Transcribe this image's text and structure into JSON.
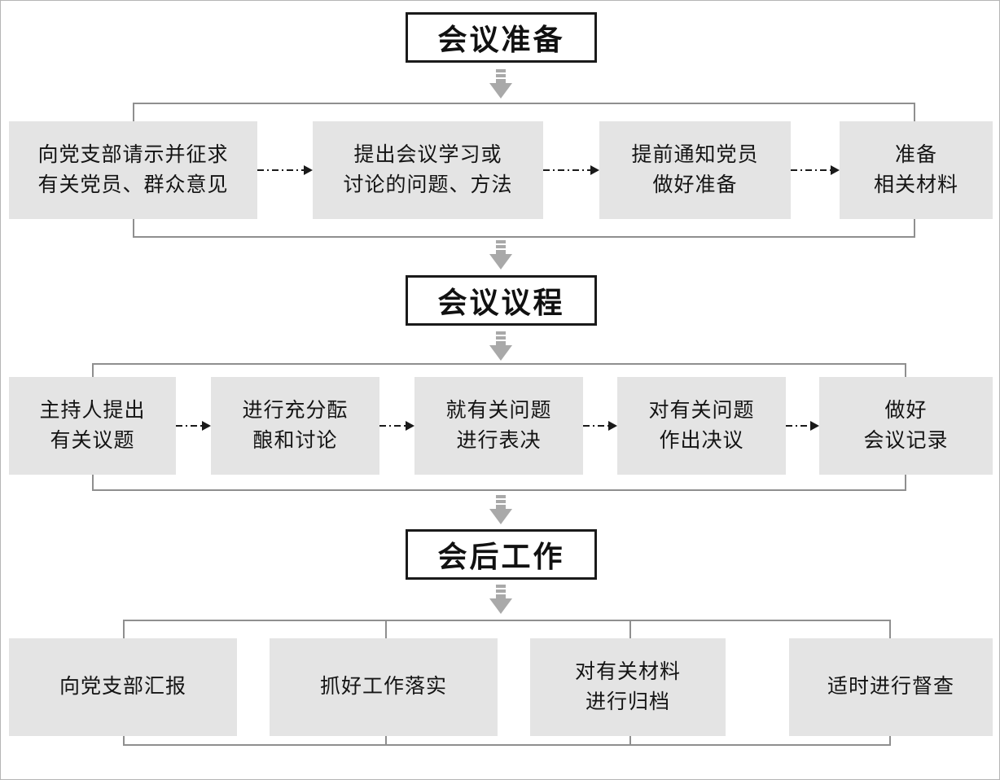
{
  "colors": {
    "box_fill": "#e4e4e4",
    "title_border": "#1a1a1a",
    "arrow_gray": "#a9a9a9",
    "line_gray": "#8f8f8f",
    "text": "#141414"
  },
  "sections": [
    {
      "title": "会议准备",
      "boxes": [
        {
          "label": "向党支部请示并征求\n有关党员、群众意见"
        },
        {
          "label": "提出会议学习或\n讨论的问题、方法"
        },
        {
          "label": "提前通知党员\n做好准备"
        },
        {
          "label": "准备\n相关材料"
        }
      ]
    },
    {
      "title": "会议议程",
      "boxes": [
        {
          "label": "主持人提出\n有关议题"
        },
        {
          "label": "进行充分酝\n酿和讨论"
        },
        {
          "label": "就有关问题\n进行表决"
        },
        {
          "label": "对有关问题\n作出决议"
        },
        {
          "label": "做好\n会议记录"
        }
      ]
    },
    {
      "title": "会后工作",
      "boxes": [
        {
          "label": "向党支部汇报"
        },
        {
          "label": "抓好工作落实"
        },
        {
          "label": "对有关材料\n进行归档"
        },
        {
          "label": "适时进行督查"
        }
      ]
    }
  ]
}
